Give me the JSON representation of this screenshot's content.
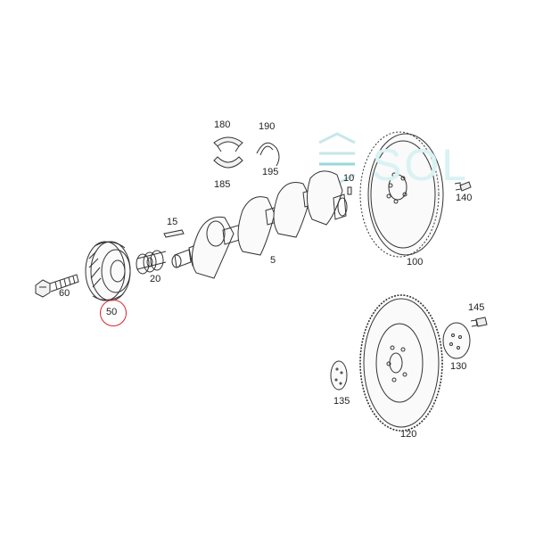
{
  "watermark": {
    "text": "SOL",
    "color": "#8fd3d6"
  },
  "highlight": {
    "part": "50",
    "color": "#d9262e"
  },
  "labels": {
    "p5": "5",
    "p10": "10",
    "p15": "15",
    "p20": "20",
    "p50": "50",
    "p60": "60",
    "p100": "100",
    "p120": "120",
    "p130": "130",
    "p135": "135",
    "p140": "140",
    "p145": "145",
    "p180": "180",
    "p185": "185",
    "p190": "190",
    "p195": "195"
  }
}
